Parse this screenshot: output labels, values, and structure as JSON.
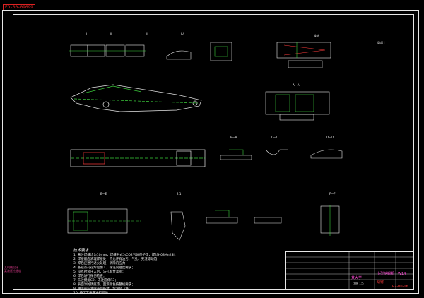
{
  "stamp": "ED-00-09699",
  "notes": {
    "title": "技术要求：",
    "lines": [
      "1. 未注焊缝均为10mm，焊缝形式为CO2气体保护焊，焊丝H08Mn2Si；",
      "2. 焊接前应清理焊接处，不允许有油污、气孔、夹渣等缺陷；",
      "3. 焊后应进行退火处理，消除内应力；",
      "4. 各铰点孔在焊后加工，保证同轴度要求；",
      "5. 铰点衬套压入后，与孔配合紧密；",
      "6. 焊后进行探伤检查；",
      "7. 未注倒角C2，未注圆角R3；",
      "8. 表面涂防锈底漆，面漆颜色按整机要求；",
      "9. 油漆前应清除表面铁锈、焊渣及飞溅；",
      "10. 按工艺要求进行检验。"
    ]
  },
  "side_note": [
    "某机械设计",
    "某液压挖掘机"
  ],
  "title_block": {
    "red_1": "动臂",
    "red_2": "PZ-00-06",
    "mag_1": "W14",
    "mag_2": "小型挖掘机",
    "mag_3": "某大学",
    "small": "比例  1:5"
  },
  "view_labels": {
    "a_a": "A—A",
    "b_b": "B—B",
    "c_c": "C—C",
    "d_d": "D—D",
    "e_e": "E—E",
    "f_f": "F—F",
    "i": "I",
    "ii": "II",
    "iii": "III",
    "iv": "IV",
    "detail": "局部 I",
    "rotated": "旋转",
    "scale_21": "2:1"
  }
}
